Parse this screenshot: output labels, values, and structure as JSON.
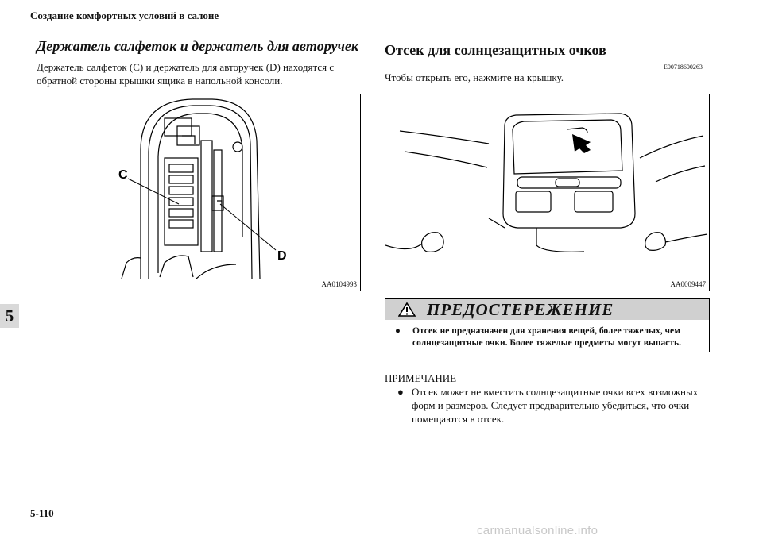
{
  "header": {
    "title": "Создание комфортных условий в салоне"
  },
  "chapter_tab": "5",
  "page_number": "5-110",
  "watermark": "carmanualsonline.info",
  "left_section": {
    "title": "Держатель салфеток и держатель для авторучек",
    "body": "Держатель салфеток (C) и держатель для авторучек (D) находятся с обратной стороны крышки ящика в напольной консоли.",
    "figure": {
      "label_c": "C",
      "label_d": "D",
      "code": "AA0104993"
    }
  },
  "right_section": {
    "title": "Отсек для солнцезащитных очков",
    "code": "E00718600263",
    "body": "Чтобы открыть его, нажмите на крышку.",
    "figure": {
      "code": "AA0009447"
    },
    "warning": {
      "title": "ПРЕДОСТЕРЕЖЕНИЕ",
      "bullet": "●",
      "text": "Отсек не предназначен для хранения вещей, более тяжелых, чем солнцезащитные очки. Более тяжелые предметы могут выпасть."
    },
    "note": {
      "label": "ПРИМЕЧАНИЕ",
      "bullet": "●",
      "text": "Отсек может не вместить солнцезащитные очки всех возможных форм и размеров. Следует предварительно убедиться, что очки помещаются в отсек."
    }
  }
}
